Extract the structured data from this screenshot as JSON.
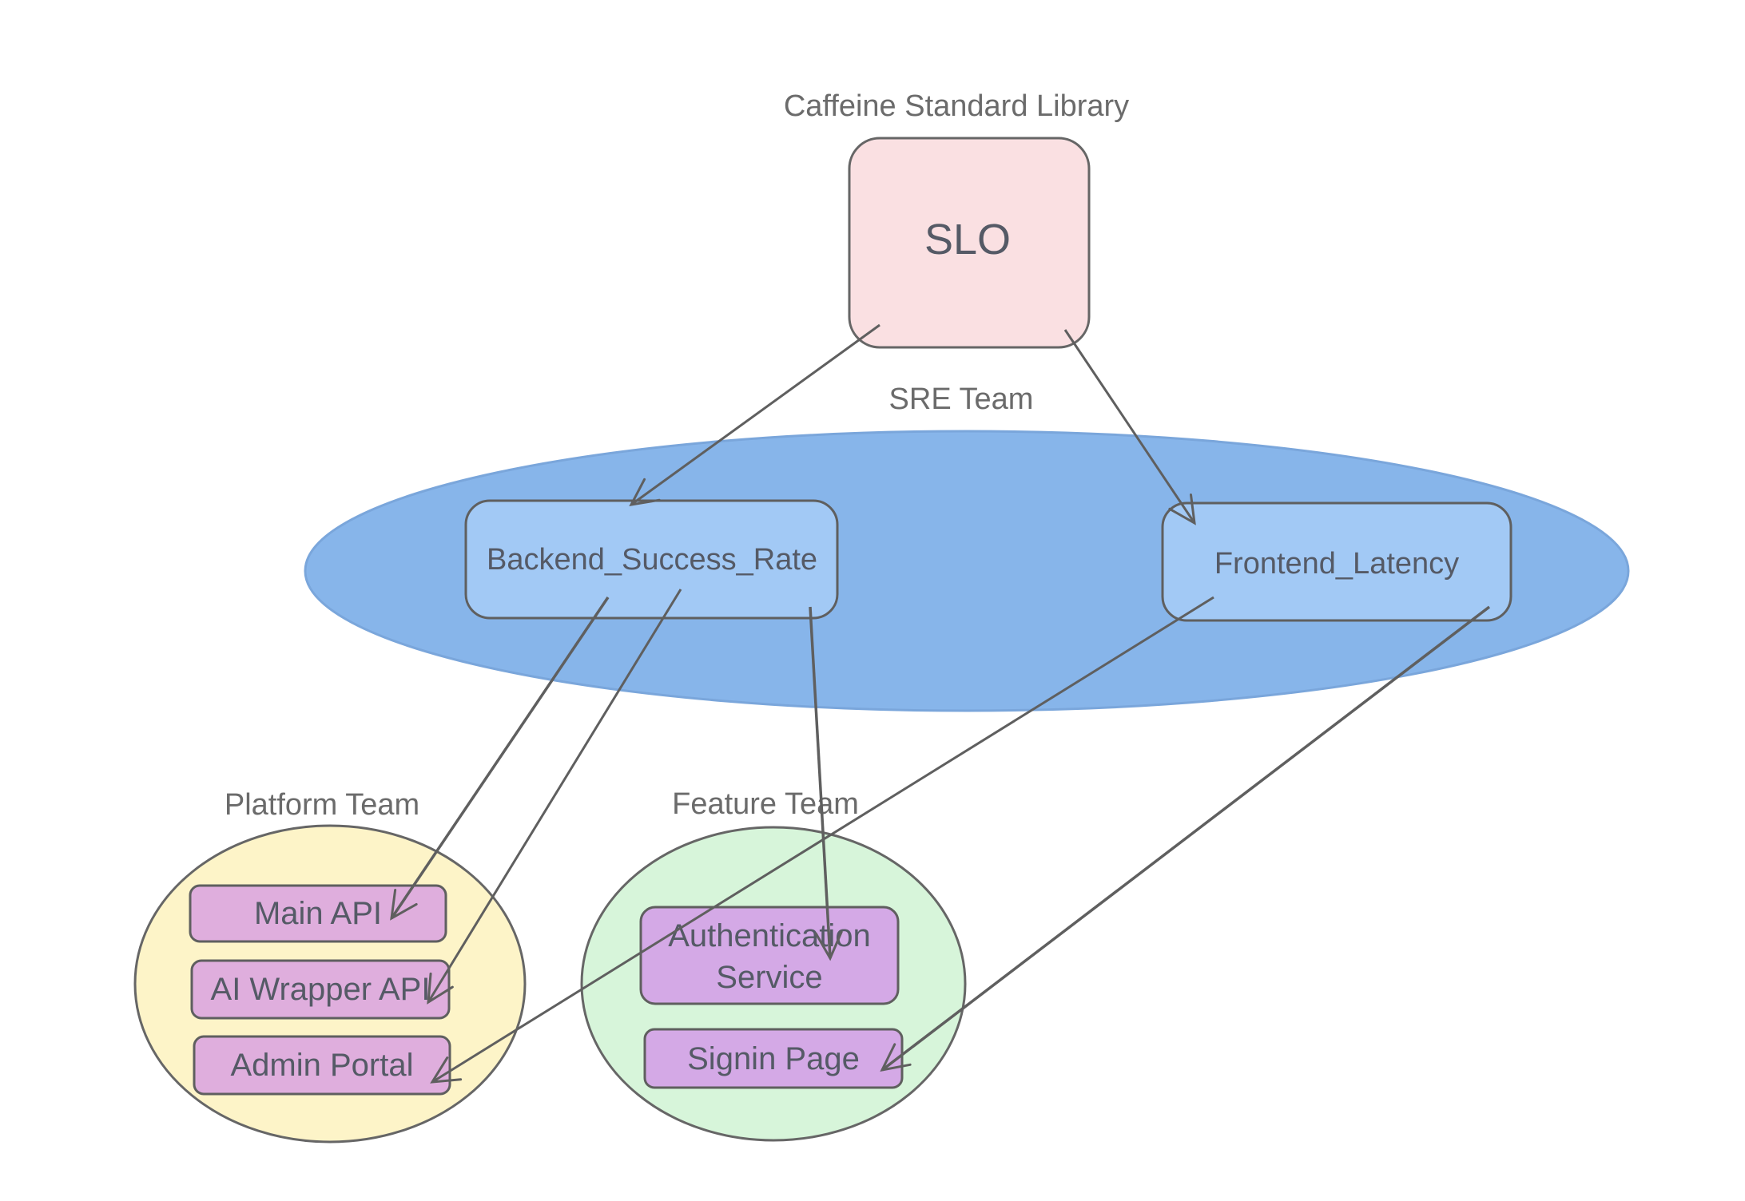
{
  "diagram": {
    "groups": {
      "library": "Caffeine Standard Library",
      "sre": "SRE Team",
      "platform": "Platform Team",
      "feature": "Feature Team"
    },
    "nodes": {
      "slo": "SLO",
      "backend_success_rate": "Backend_Success_Rate",
      "frontend_latency": "Frontend_Latency",
      "main_api": "Main API",
      "ai_wrapper_api": "AI Wrapper API",
      "admin_portal": "Admin Portal",
      "authentication_service_line1": "Authentication",
      "authentication_service_line2": "Service",
      "signin_page": "Signin Page"
    },
    "edges": [
      {
        "from": "SLO",
        "to": "Backend_Success_Rate"
      },
      {
        "from": "SLO",
        "to": "Frontend_Latency"
      },
      {
        "from": "Backend_Success_Rate",
        "to": "Main API"
      },
      {
        "from": "Backend_Success_Rate",
        "to": "AI Wrapper API"
      },
      {
        "from": "Backend_Success_Rate",
        "to": "Authentication Service"
      },
      {
        "from": "Frontend_Latency",
        "to": "Admin Portal"
      },
      {
        "from": "Frontend_Latency",
        "to": "Signin Page"
      }
    ],
    "colors": {
      "slo_fill": "#fae0e2",
      "sre_fill": "#87b5ea",
      "metric_fill": "#a2c9f5",
      "platform_fill": "#fdf4c8",
      "feature_fill": "#d7f5da",
      "service_fill": "#dfaedd",
      "feature_service_fill": "#d4a9e6",
      "stroke": "#5f5f5f"
    }
  }
}
